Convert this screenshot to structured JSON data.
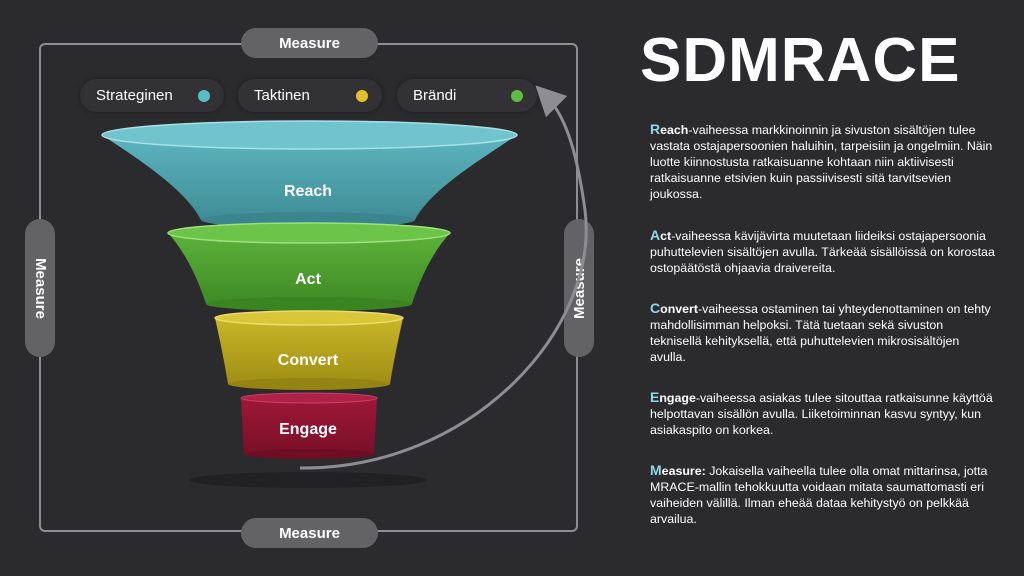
{
  "title": "SDMRACE",
  "measure_label": "Measure",
  "legend": [
    {
      "label": "Strateginen",
      "color": "#5bbcc8"
    },
    {
      "label": "Taktinen",
      "color": "#e2c12c"
    },
    {
      "label": "Brändi",
      "color": "#5ebd3e"
    }
  ],
  "stages": [
    {
      "label": "Reach",
      "color": "#4f9ea8"
    },
    {
      "label": "Act",
      "color": "#4e9a2f"
    },
    {
      "label": "Convert",
      "color": "#b3a11c"
    },
    {
      "label": "Engage",
      "color": "#8c1330"
    }
  ],
  "descriptions": [
    {
      "lead": "R",
      "key": "each",
      "text": "-vaiheessa markkinoinnin ja sivuston sisältöjen tulee vastata ostajapersoonien haluihin, tarpeisiin ja ongelmiin. Näin luotte kiinnostusta ratkaisuanne kohtaan niin aktiivisesti ratkaisuanne etsivien kuin passiivisesti sitä tarvitsevien joukossa."
    },
    {
      "lead": "A",
      "key": "ct",
      "text": "-vaiheessa kävijävirta muutetaan liideiksi ostajapersoonia puhuttelevien sisältöjen avulla. Tärkeää sisällöissä on korostaa ostopäätöstä ohjaavia draivereita."
    },
    {
      "lead": "C",
      "key": "onvert",
      "text": "-vaiheessa ostaminen tai yhteydenottaminen on tehty mahdollisimman helpoksi. Tätä tuetaan sekä sivuston teknisellä kehityksellä, että puhuttelevien mikrosisältöjen avulla."
    },
    {
      "lead": "E",
      "key": "ngage",
      "text": "-vaiheessa asiakas tulee sitouttaa ratkaisunne käyttöä helpottavan sisällön avulla. Liiketoiminnan kasvu syntyy, kun asiakaspito on korkea."
    },
    {
      "lead": "M",
      "key": "easure:",
      "text": " Jokaisella vaiheella tulee olla omat mittarinsa, jotta MRACE-mallin tehokkuutta voidaan mitata saumattomasti eri vaiheiden välillä. Ilman eheää dataa kehitystyö on pelkkää arvailua."
    }
  ]
}
